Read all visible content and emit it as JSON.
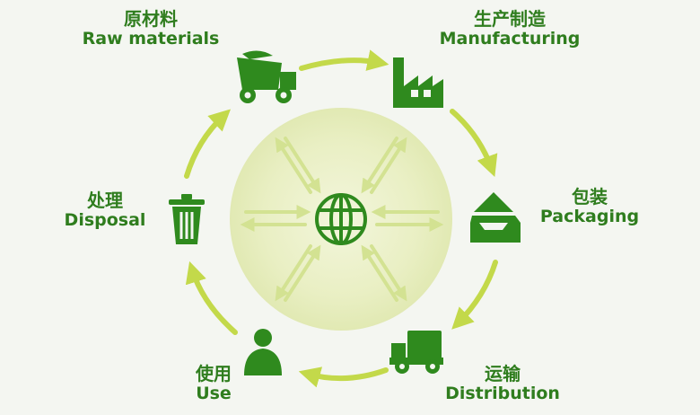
{
  "stages": {
    "raw_materials": {
      "zh": "原材料",
      "en": "Raw materials",
      "icon": "dump-truck-icon"
    },
    "manufacturing": {
      "zh": "生产制造",
      "en": "Manufacturing",
      "icon": "factory-icon"
    },
    "packaging": {
      "zh": "包装",
      "en": "Packaging",
      "icon": "open-box-icon"
    },
    "distribution": {
      "zh": "运输",
      "en": "Distribution",
      "icon": "delivery-truck-icon"
    },
    "use": {
      "zh": "使用",
      "en": "Use",
      "icon": "person-icon"
    },
    "disposal": {
      "zh": "处理",
      "en": "Disposal",
      "icon": "trash-bin-icon"
    }
  },
  "center": {
    "icon": "globe-icon"
  },
  "colors": {
    "dark_green": "#2f8a1e",
    "label_green": "#2f7d1e",
    "arrow_green": "#c3d94a",
    "center_glow": "#e8efbf",
    "center_arrow": "#d3e292",
    "background": "#f4f6f1"
  }
}
